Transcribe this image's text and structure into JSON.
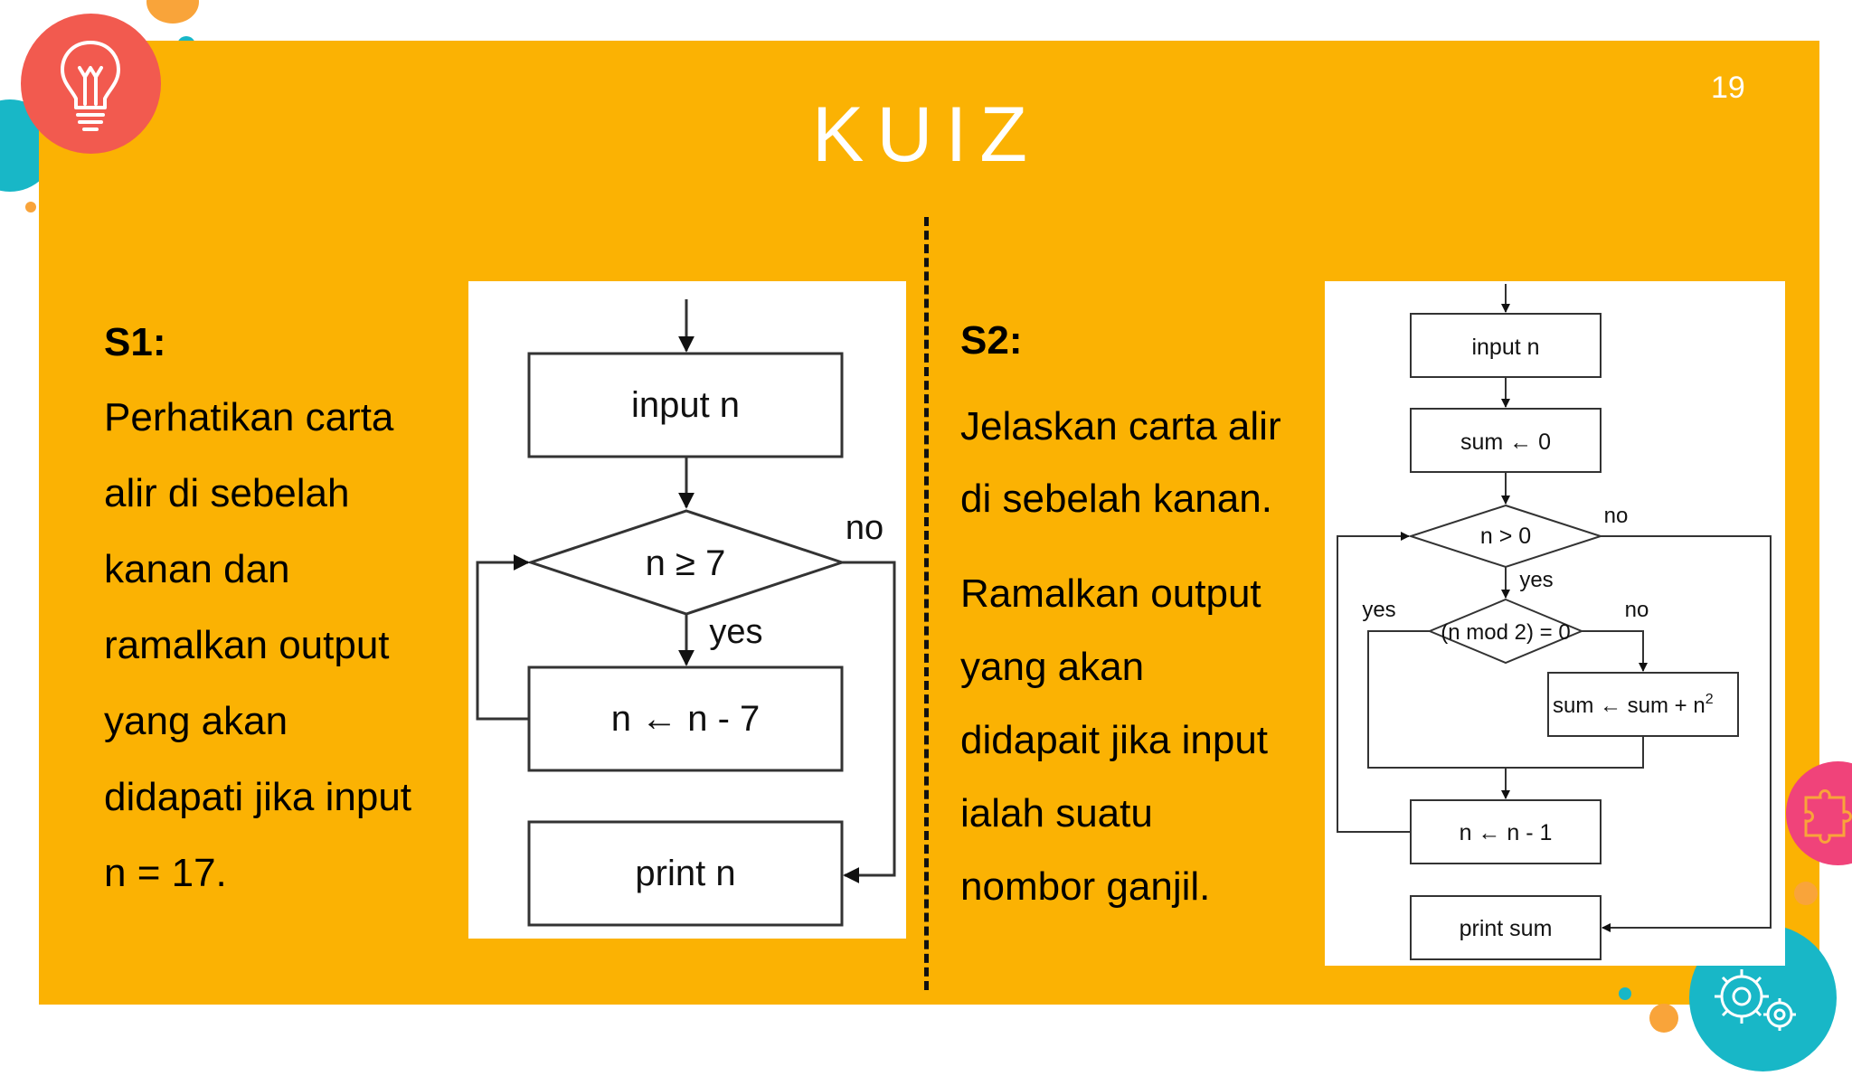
{
  "slide": {
    "title": "KUIZ",
    "page_number": "19"
  },
  "s1": {
    "heading": "S1:",
    "lines": [
      "Perhatikan carta",
      "alir di sebelah",
      "kanan dan",
      "ramalkan output",
      "yang akan",
      "didapati jika input",
      "n = 17."
    ],
    "flowchart": {
      "input": "input n",
      "condition": "n ≥ 7",
      "yes": "yes",
      "no": "no",
      "process": "n ← n - 7",
      "output": "print n"
    }
  },
  "s2": {
    "heading": "S2:",
    "lines_a": [
      "Jelaskan carta alir",
      "di sebelah kanan."
    ],
    "lines_b": [
      "Ramalkan output",
      "yang akan",
      "didapait jika input",
      "ialah suatu",
      "nombor ganjil."
    ],
    "flowchart": {
      "input": "input n",
      "init": "sum ← 0",
      "condition1": "n > 0",
      "condition2": "(n mod 2) = 0",
      "yes1": "yes",
      "no1": "no",
      "yes2": "yes",
      "no2": "no",
      "sum_update": "sum ← sum + n",
      "exponent": "2",
      "decrement": "n ← n - 1",
      "output": "print sum"
    }
  },
  "icons": {
    "top_left": "lightbulb-icon",
    "right_edge": "puzzle-icon",
    "bottom_right": "gears-icon"
  },
  "colors": {
    "panel": "#fbb203",
    "red_circle": "#f25a4f",
    "teal": "#18b7c7",
    "pink": "#f0437a",
    "orange": "#f9a43a"
  }
}
